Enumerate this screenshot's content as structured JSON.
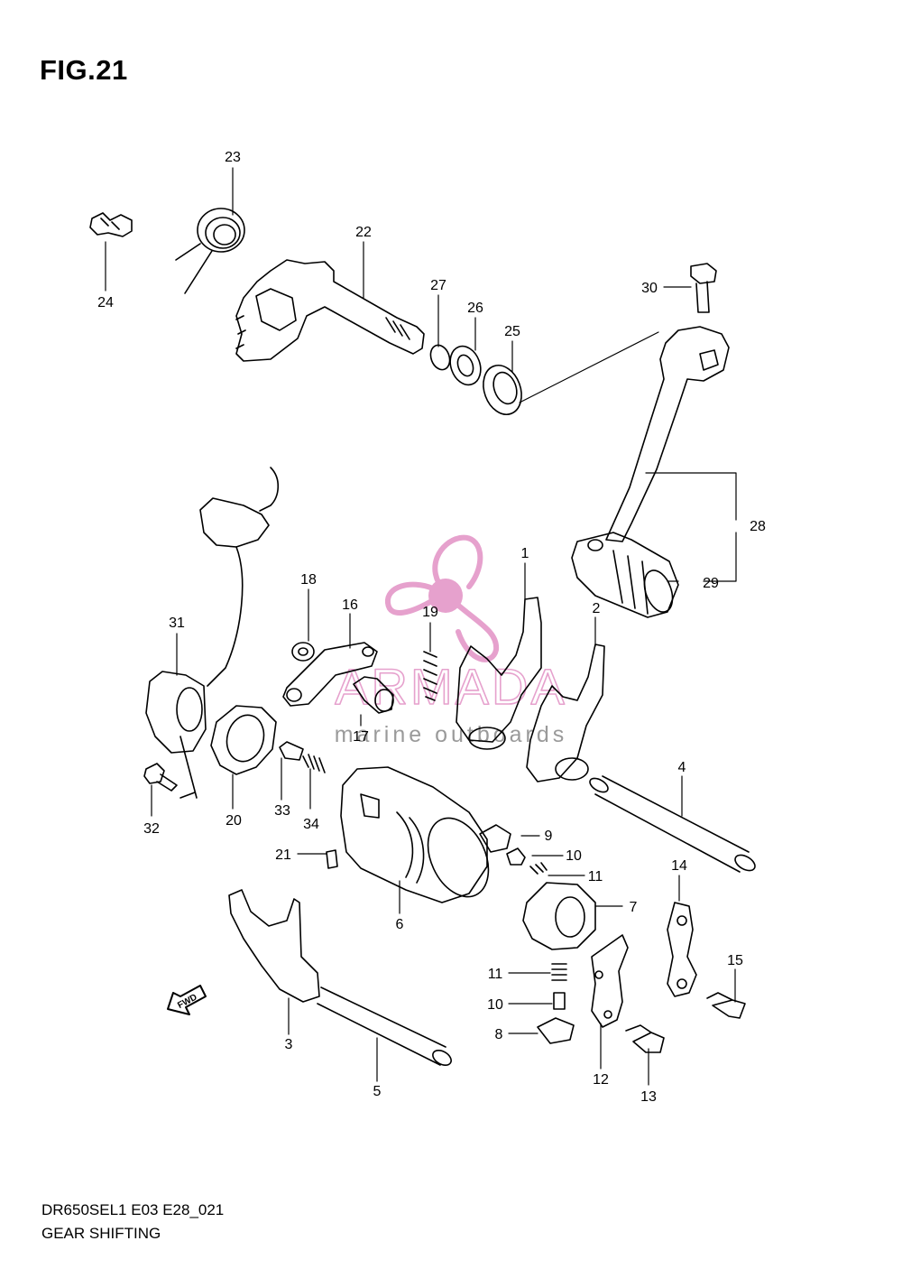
{
  "figure": {
    "title": "FIG.21"
  },
  "footer": {
    "model_code": "DR650SEL1 E03 E28_021",
    "section": "GEAR SHIFTING"
  },
  "watermark": {
    "brand": "ARMADA",
    "tagline": "marine outboards",
    "color": "#e6a1cd"
  },
  "fwd_arrow": {
    "label": "FWD"
  },
  "callouts": [
    {
      "id": "c1",
      "label": "1"
    },
    {
      "id": "c2",
      "label": "2"
    },
    {
      "id": "c3",
      "label": "3"
    },
    {
      "id": "c4",
      "label": "4"
    },
    {
      "id": "c5",
      "label": "5"
    },
    {
      "id": "c6",
      "label": "6"
    },
    {
      "id": "c7",
      "label": "7"
    },
    {
      "id": "c8",
      "label": "8"
    },
    {
      "id": "c9",
      "label": "9"
    },
    {
      "id": "c10a",
      "label": "10"
    },
    {
      "id": "c10b",
      "label": "10"
    },
    {
      "id": "c11a",
      "label": "11"
    },
    {
      "id": "c11b",
      "label": "11"
    },
    {
      "id": "c12",
      "label": "12"
    },
    {
      "id": "c13",
      "label": "13"
    },
    {
      "id": "c14",
      "label": "14"
    },
    {
      "id": "c15",
      "label": "15"
    },
    {
      "id": "c16",
      "label": "16"
    },
    {
      "id": "c17",
      "label": "17"
    },
    {
      "id": "c18",
      "label": "18"
    },
    {
      "id": "c19",
      "label": "19"
    },
    {
      "id": "c20",
      "label": "20"
    },
    {
      "id": "c21",
      "label": "21"
    },
    {
      "id": "c22",
      "label": "22"
    },
    {
      "id": "c23",
      "label": "23"
    },
    {
      "id": "c24",
      "label": "24"
    },
    {
      "id": "c25",
      "label": "25"
    },
    {
      "id": "c26",
      "label": "26"
    },
    {
      "id": "c27",
      "label": "27"
    },
    {
      "id": "c28",
      "label": "28"
    },
    {
      "id": "c29",
      "label": "29"
    },
    {
      "id": "c30",
      "label": "30"
    },
    {
      "id": "c31",
      "label": "31"
    },
    {
      "id": "c32",
      "label": "32"
    },
    {
      "id": "c33",
      "label": "33"
    },
    {
      "id": "c34",
      "label": "34"
    }
  ]
}
